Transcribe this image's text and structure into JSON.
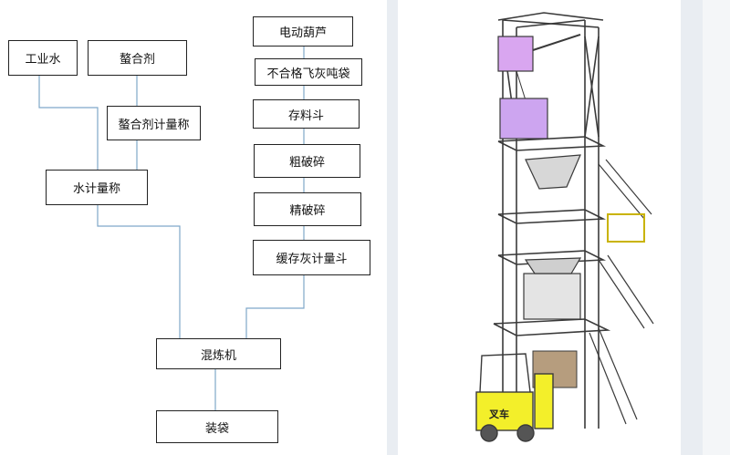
{
  "flowchart": {
    "nodes": {
      "industrial_water": "工业水",
      "chelating_agent": "螯合剂",
      "chelating_agent_scale": "螯合剂计量称",
      "water_scale": "水计量称",
      "electric_hoist": "电动葫芦",
      "unqualified_fly_ash_bags": "不合格飞灰吨袋",
      "storage_hopper": "存料斗",
      "coarse_crushing": "粗破碎",
      "fine_crushing": "精破碎",
      "buffer_ash_hopper": "缓存灰计量斗",
      "mixer": "混炼机",
      "bagging": "装袋"
    },
    "line_color": "#7fa8c9"
  },
  "illustration": {
    "forklift_label": "叉车",
    "colors": {
      "hoist": "#d9a6f0",
      "bag": "#cda5f0",
      "forklift": "#f3ef2a",
      "frame": "#3a3a3a"
    }
  }
}
